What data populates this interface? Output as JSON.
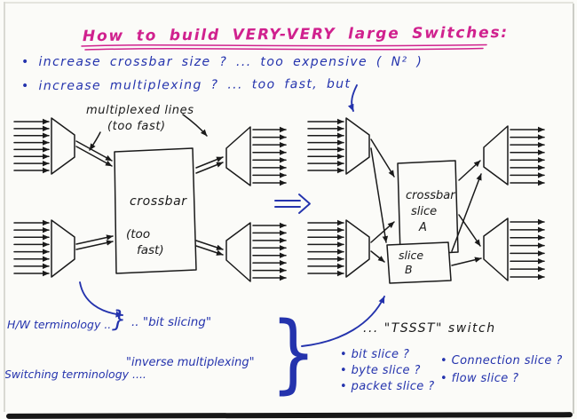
{
  "title": "How to build VERY-VERY large Switches:",
  "bullets": {
    "b1": "• increase crossbar size ? ... too expensive ( N² )",
    "b2": "• increase multiplexing ? ...  too fast, but"
  },
  "left_diagram": {
    "annotation1": "multiplexed lines",
    "annotation2": "(too fast)",
    "box_label": "crossbar",
    "box_sub1": "(too",
    "box_sub2": "fast)"
  },
  "right_diagram": {
    "a1": "crossbar",
    "a2": "slice",
    "a3": "A",
    "b1": "slice",
    "b2": "B"
  },
  "terminology": {
    "hw": "H/W terminology ..",
    "small_brace": "}",
    "bit_slicing": ".. \"bit slicing\"",
    "switching": "Switching terminology ....",
    "inverse_multiplexing": "\"inverse multiplexing\"",
    "big_brace": "}"
  },
  "notes": {
    "tssst": "... \"TSSST\"  switch",
    "q1": "• bit slice ?",
    "q2": "• byte slice ?",
    "q3": "• packet slice ?",
    "q4": "• Connection slice ?",
    "q5": "• flow slice ?"
  },
  "colors": {
    "ink": "#1a1a1a",
    "blue": "#2433ad",
    "pink": "#d0218e"
  }
}
